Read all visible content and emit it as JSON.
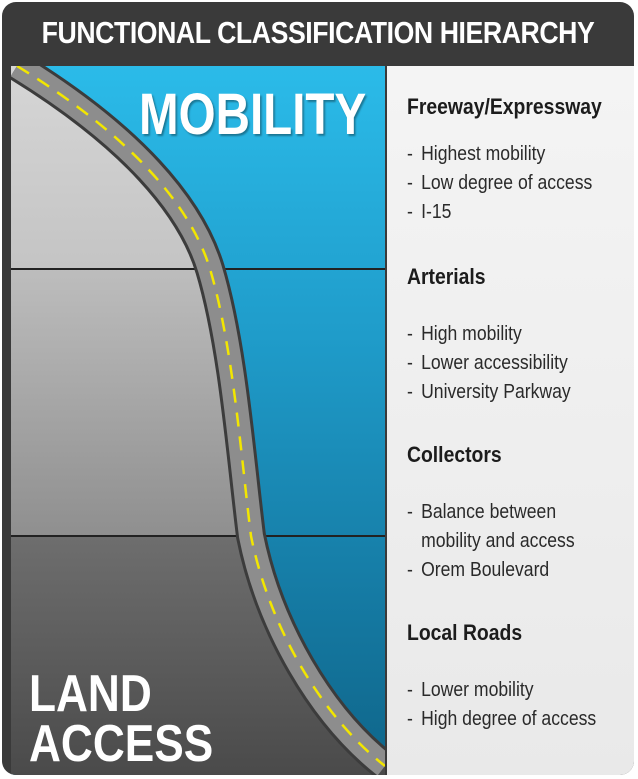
{
  "title": "FUNCTIONAL CLASSIFICATION HIERARCHY",
  "labels": {
    "top": "MOBILITY",
    "bottom_line1": "LAND",
    "bottom_line2": "ACCESS"
  },
  "colors": {
    "frame": "#3a3a3a",
    "mobility_blue": "#29b8e6",
    "road": "#8b8b8b",
    "road_dash": "#f2e600"
  },
  "classifications": [
    {
      "name": "Freeway/Expressway",
      "items": [
        "Highest mobility",
        "Low degree of access",
        "I-15"
      ]
    },
    {
      "name": "Arterials",
      "items": [
        "High mobility",
        "Lower accessibility",
        "University Parkway"
      ]
    },
    {
      "name": "Collectors",
      "items": [
        "Balance between",
        "mobility and access",
        "Orem Boulevard"
      ]
    },
    {
      "name": "Local Roads",
      "items": [
        "Lower mobility",
        "High degree of access"
      ]
    }
  ]
}
